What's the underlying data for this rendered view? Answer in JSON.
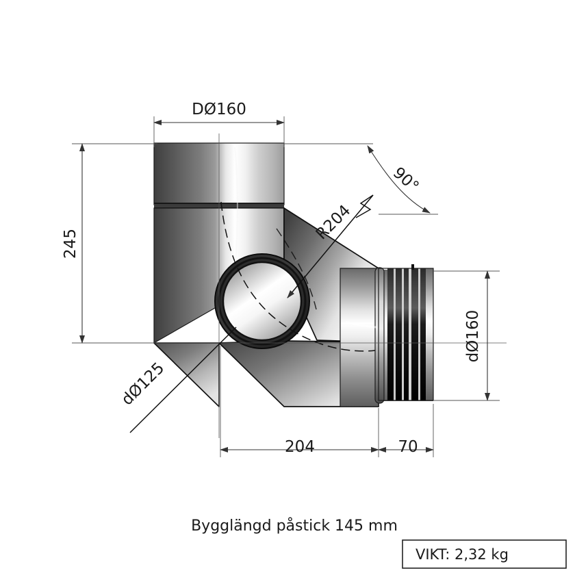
{
  "drawing": {
    "title_caption": "Bygglängd påstick 145 mm",
    "weight_label": "VIKT: 2,32 kg",
    "dimensions": {
      "top_diameter": "DØ160",
      "vertical_height": "245",
      "angle": "90°",
      "radius": "R204",
      "branch_diameter": "dØ125",
      "outlet_diameter": "dØ160",
      "horizontal_length": "204",
      "spigot_length": "70"
    },
    "colors": {
      "metal_dark": "#4a4a4a",
      "metal_mid": "#8a8a8a",
      "metal_light": "#e8e8e8",
      "metal_highlight": "#ffffff",
      "outline": "#111111",
      "dimension": "#333333",
      "text": "#1a1a1a"
    }
  }
}
